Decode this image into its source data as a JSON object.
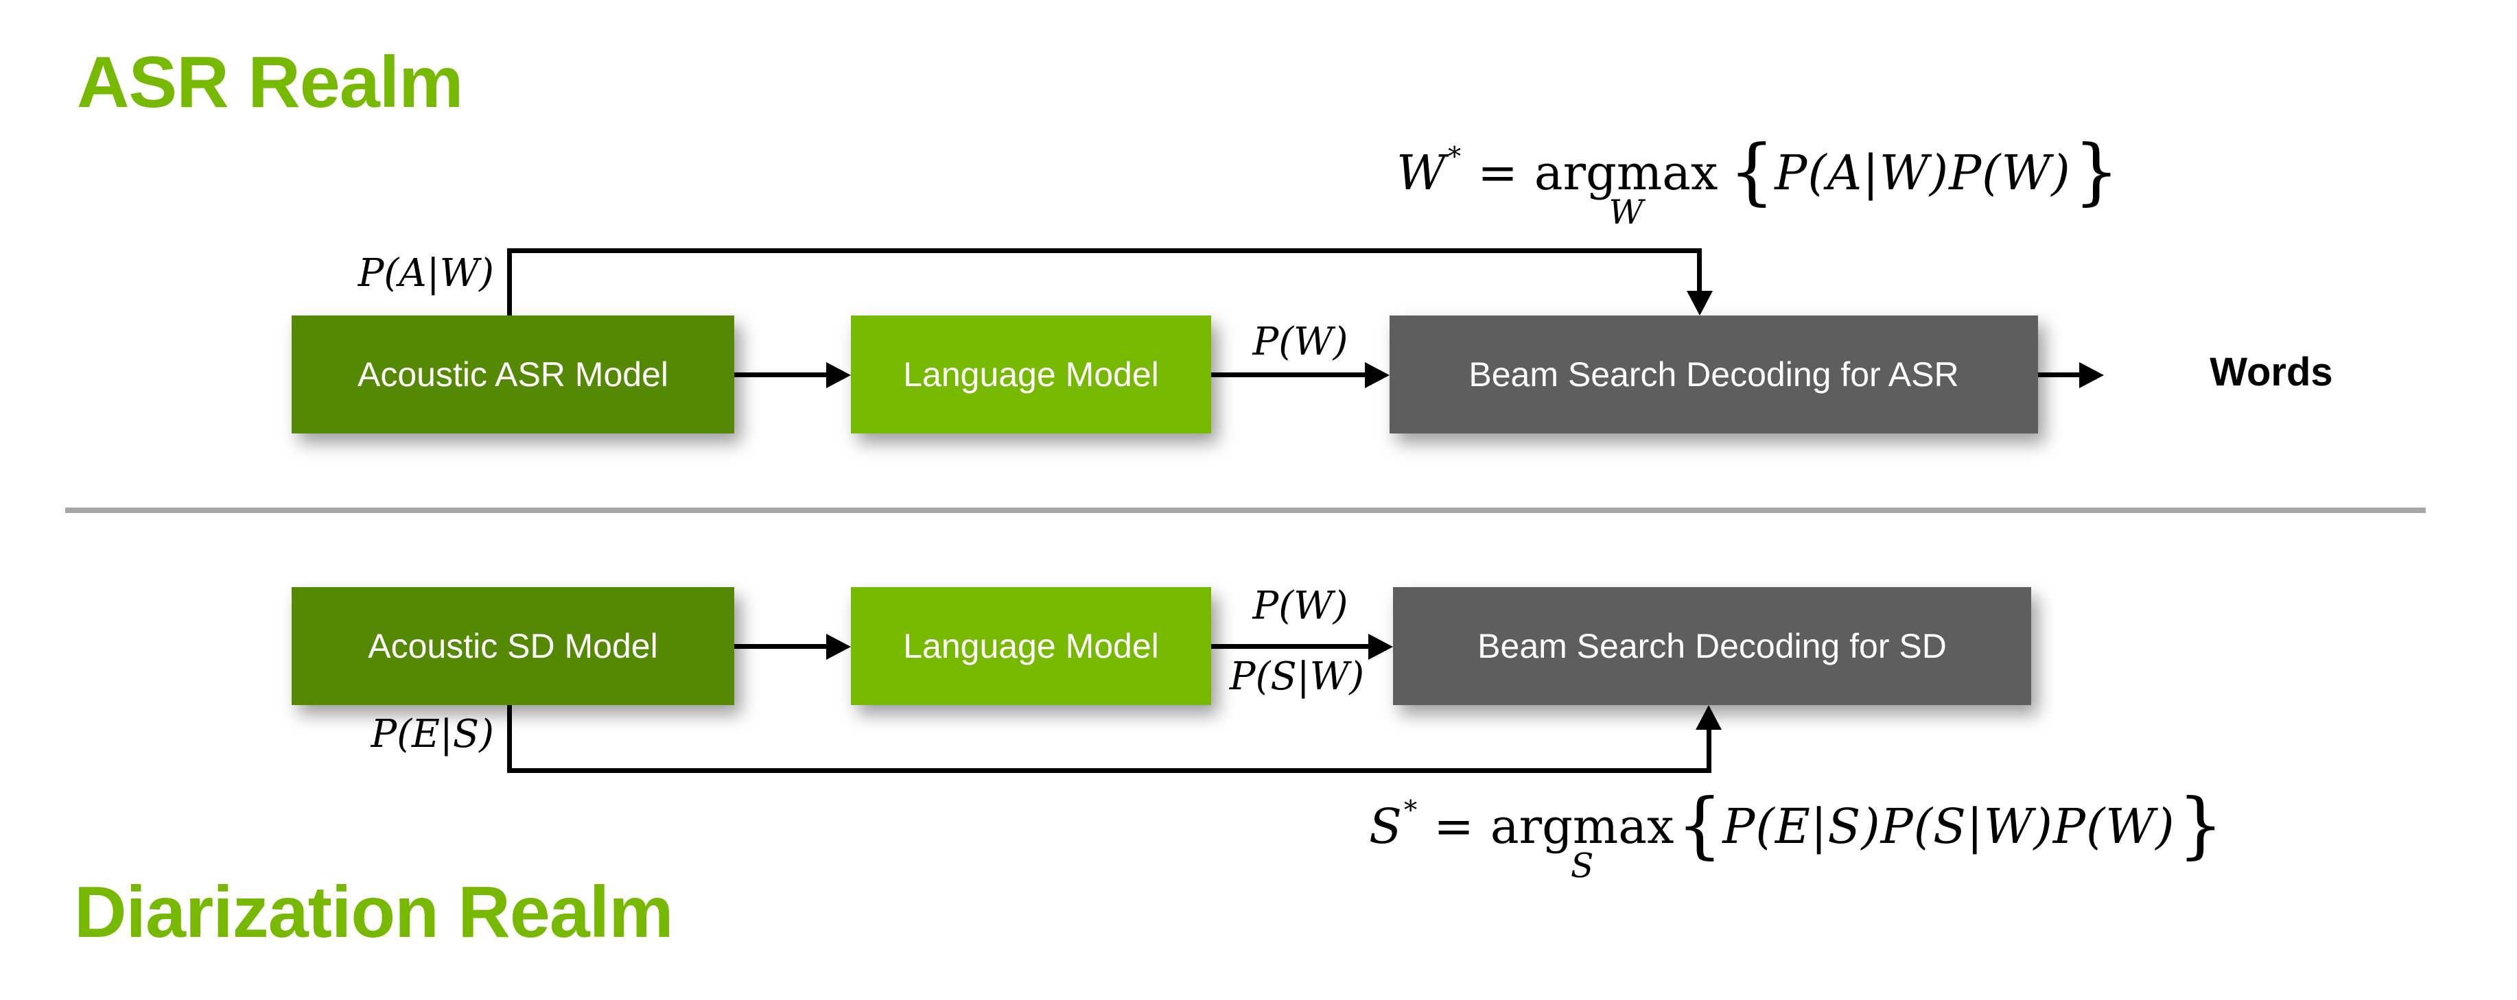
{
  "titles": {
    "asr": "ASR Realm",
    "diarization": "Diarization Realm"
  },
  "colors": {
    "brand_green": "#76b900",
    "dark_green": "#568903",
    "box_gray": "#5e5e5e",
    "divider_gray": "#a6a6a6",
    "line_black": "#000000",
    "text_white": "#ffffff"
  },
  "asr_row": {
    "acoustic_box": "Acoustic ASR Model",
    "language_box": "Language Model",
    "beam_box": "Beam Search Decoding for ASR",
    "output_label": "Words",
    "edge_label_pw": "P(W)",
    "feedback_label": "P(A|W)"
  },
  "sd_row": {
    "acoustic_box": "Acoustic SD Model",
    "language_box": "Language Model",
    "beam_box": "Beam Search Decoding for SD",
    "edge_label_pw": "P(W)",
    "edge_label_psw": "P(S|W)",
    "feedback_label": "P(E|S)"
  },
  "formulas": {
    "asr": {
      "lhs": "W",
      "sup": "*",
      "eq": "=",
      "op": "argmax",
      "sub": "W",
      "lbrace": "{",
      "body": "P(A|W)P(W)",
      "rbrace": "}"
    },
    "sd": {
      "lhs": "S",
      "sup": "*",
      "eq": "=",
      "op": "argmax",
      "sub": "S",
      "lbrace": "{",
      "body": "P(E|S)P(S|W)P(W)",
      "rbrace": "}"
    }
  }
}
